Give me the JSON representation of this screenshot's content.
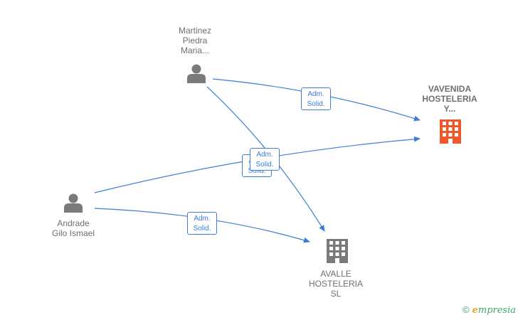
{
  "nodes": {
    "martinez": {
      "label": [
        "Martinez",
        "Piedra",
        "Maria..."
      ]
    },
    "andrade": {
      "label": [
        "Andrade",
        "Gilo Ismael"
      ]
    },
    "vavenida": {
      "label": [
        "VAVENIDA",
        "HOSTELERIA",
        "Y..."
      ]
    },
    "avalle": {
      "label": [
        "AVALLE",
        "HOSTELERIA",
        "SL"
      ]
    }
  },
  "relations": [
    {
      "line1": "Adm.",
      "line2": "Solid."
    },
    {
      "line1": "Adm.",
      "line2": "Solid."
    },
    {
      "line1": "Adm.",
      "line2": "Solid."
    },
    {
      "line1": "Adm.",
      "line2": "Solid."
    }
  ],
  "colors": {
    "edge": "#3b7dd8",
    "person_icon": "#7a7a7a",
    "company_main": "#f0582b",
    "company_other": "#7a7a7a"
  },
  "brand": {
    "copyright": "©",
    "initial": "e",
    "rest": "mpresia"
  }
}
